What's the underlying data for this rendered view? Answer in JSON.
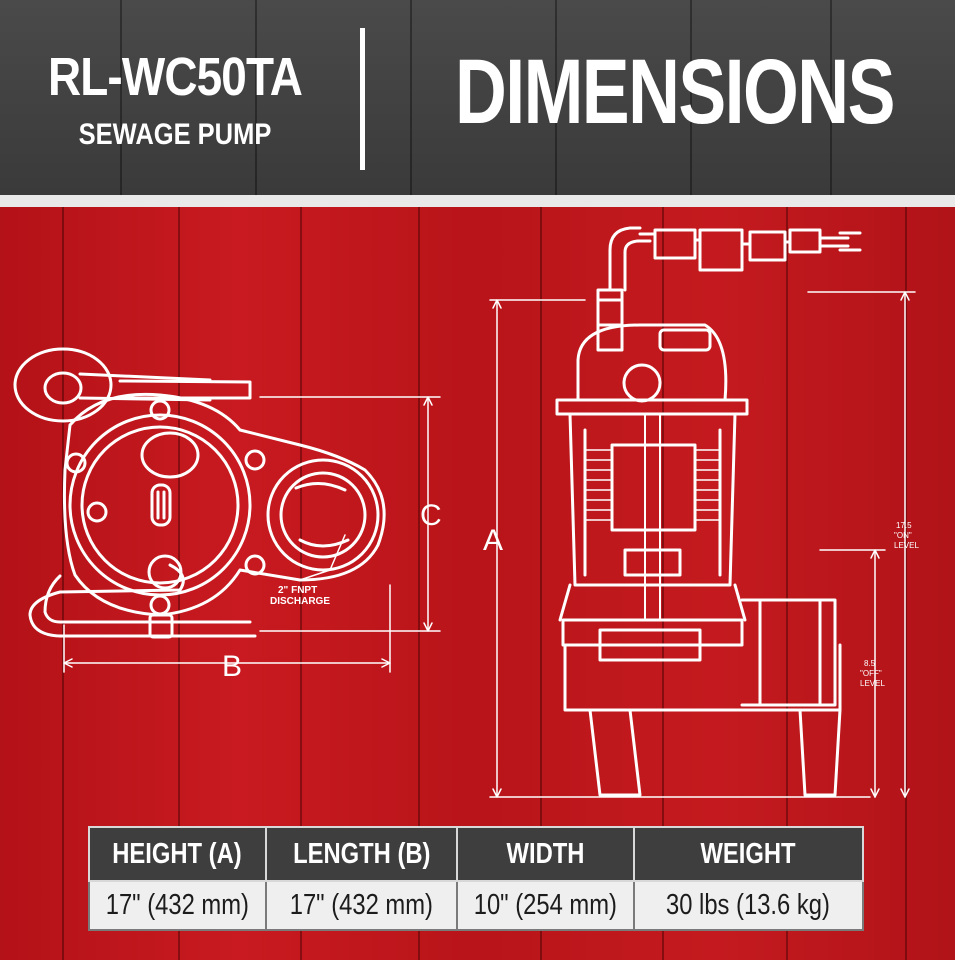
{
  "header": {
    "model": "RL-WC50TA",
    "subtitle": "SEWAGE PUMP",
    "title": "DIMENSIONS"
  },
  "drawing": {
    "label_a": "A",
    "label_b": "B",
    "label_c": "C",
    "discharge_note_line1": "2\" FNPT",
    "discharge_note_line2": "DISCHARGE",
    "on_level_line1": "17.5",
    "on_level_line2": "\"ON\"",
    "on_level_line3": "LEVEL",
    "off_level_line1": "8.5",
    "off_level_line2": "\"OFF\"",
    "off_level_line3": "LEVEL"
  },
  "specs": {
    "headers": [
      "HEIGHT (A)",
      "LENGTH (B)",
      "WIDTH",
      "WEIGHT"
    ],
    "values": [
      "17\" (432 mm)",
      "17\" (432 mm)",
      "10\" (254 mm)",
      "30 lbs (13.6 kg)"
    ]
  },
  "colors": {
    "header_bg": "#3a3a3a",
    "background_red": "#b8151c",
    "line_white": "#ffffff"
  }
}
